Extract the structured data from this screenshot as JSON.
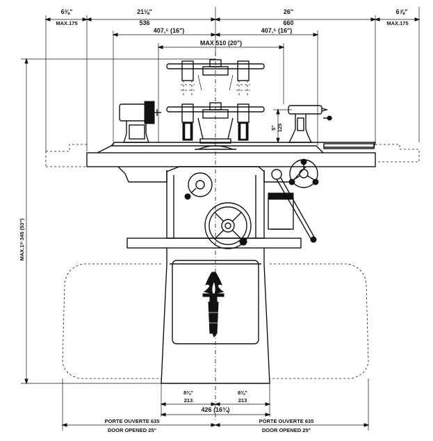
{
  "labels": {
    "top_left_inch": "6⅜\"",
    "top_left_mm": "MAX.175",
    "top_mid_left_inch": "21⅛\"",
    "top_mid_left_mm": "536",
    "top_mid_right_inch": "26\"",
    "top_mid_right_mm": "660",
    "top_right_inch": "6⅞\"",
    "top_right_mm": "MAX.175",
    "half_left": "407,⁵ (16\")",
    "half_right": "407,⁵ (16\")",
    "max_width": "MAX 510 (20\")",
    "height_inch": "5\"",
    "height_mm": "125",
    "vertical_total": "MAX.1ᵐ 345 (53\")",
    "base_left_inch": "8⅜\"",
    "base_left_mm": "213",
    "base_right_inch": "8⅜\"",
    "base_right_mm": "213",
    "base_total": "426 (16¾)",
    "door_left_fr": "PORTE OUVERTE 635",
    "door_left_en": "DOOR OPENED 25\"",
    "door_right_fr": "PORTE OUVERTE 635",
    "door_right_en": "DOOR OPENED 25\""
  }
}
